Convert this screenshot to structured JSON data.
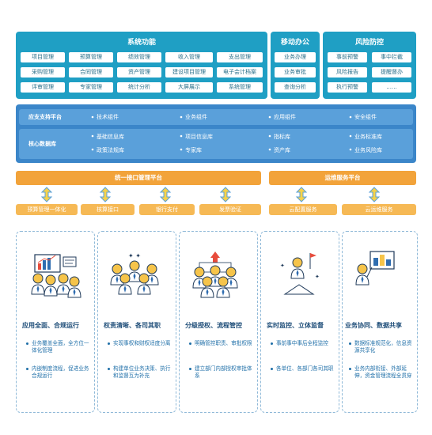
{
  "system": {
    "title": "系统功能",
    "rows": [
      [
        "项目管理",
        "预算管理",
        "绩效管理",
        "收入管理",
        "支出管理"
      ],
      [
        "采购管理",
        "合同管理",
        "资产管理",
        "建设项目管理",
        "电子会计档案"
      ],
      [
        "评审管理",
        "专家管理",
        "统计分析",
        "大屏展示",
        "系统管理"
      ]
    ]
  },
  "mobile": {
    "title": "移动办公",
    "items": [
      "业务办理",
      "业务审批",
      "查询分析"
    ]
  },
  "risk": {
    "title": "风险防控",
    "items": [
      "事前预警",
      "事中拦截",
      "风险报告",
      "提醒督办",
      "执行预警",
      "......"
    ]
  },
  "support": {
    "label": "应支支持平台",
    "items": [
      "技术组件",
      "业务组件",
      "应用组件",
      "安全组件"
    ]
  },
  "core": {
    "label": "核心数据库",
    "row1": [
      "基础信息库",
      "项目信息库",
      "指标库",
      "业务标准库"
    ],
    "row2": [
      "政策法规库",
      "专家库",
      "资产库",
      "业务风险库"
    ]
  },
  "interface": {
    "title": "统一接口管理平台",
    "items": [
      "预算管理一体化",
      "核算接口",
      "银行支付",
      "发票验证"
    ]
  },
  "ops": {
    "title": "运维服务平台",
    "items": [
      "云配置服务",
      "云运维服务"
    ]
  },
  "cards": [
    {
      "title": "应用全面、合规运行",
      "bullets": [
        "业务覆盖全面，全方位一体化管理",
        "内嵌制度流程，促进业务合规运行"
      ]
    },
    {
      "title": "权责清晰、各司其职",
      "bullets": [
        "实现事权和财权适度分离",
        "构建单位业务决策、执行和监督互为补充"
      ]
    },
    {
      "title": "分级授权、流程管控",
      "bullets": [
        "明确管控职责、审批权限",
        "建立部门内部授权审批体系"
      ]
    },
    {
      "title": "实时监控、立体监督",
      "bullets": [
        "事前事中事后全程监控",
        "各单位、各部门各司其职"
      ]
    },
    {
      "title": "业务协同、数据共享",
      "bullets": [
        "数据标准规范化，信息资源共享化",
        "业务内部衔接、外部延伸，资金管理流程全贯穿"
      ]
    }
  ],
  "colors": {
    "teal": "#1f9fc4",
    "blue": "#3b86c9",
    "orange": "#f2a33a",
    "navy": "#1f4e79"
  }
}
